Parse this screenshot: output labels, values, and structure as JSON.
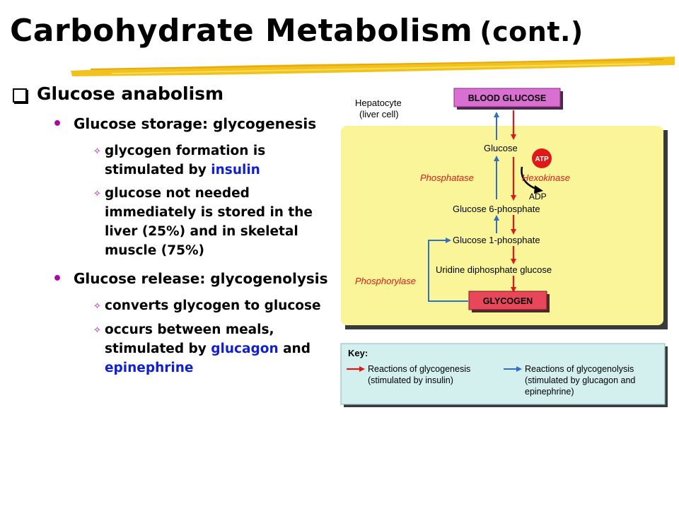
{
  "slide": {
    "title": "Carbohydrate Metabolism",
    "title_suffix": "(cont.)"
  },
  "bullets": {
    "heading": "Glucose anabolism",
    "storage": {
      "label": "Glucose storage: glycogenesis",
      "sub1_text": "glycogen formation is stimulated by ",
      "sub1_highlight": "insulin",
      "sub2_text": "glucose not needed immediately is stored in the liver (25%) and in skeletal muscle (75%)"
    },
    "release": {
      "label": "Glucose release: glycogenolysis",
      "sub1_text": "converts glycogen to glucose",
      "sub2_text": "occurs between meals, stimulated by ",
      "sub2_highlight1": "glucagon",
      "sub2_joiner": " and ",
      "sub2_highlight2": "epinephrine"
    }
  },
  "diagram": {
    "cell_label_line1": "Hepatocyte",
    "cell_label_line2": "(liver cell)",
    "blood_glucose": "BLOOD GLUCOSE",
    "glucose": "Glucose",
    "atp": "ATP",
    "adp": "ADP",
    "phosphatase": "Phosphatase",
    "hexokinase": "Hexokinase",
    "g6p": "Glucose 6-phosphate",
    "g1p": "Glucose 1-phosphate",
    "udp_glucose": "Uridine diphosphate glucose",
    "phosphorylase": "Phosphorylase",
    "glycogen": "GLYCOGEN"
  },
  "key": {
    "title": "Key:",
    "glycogenesis_line1": "Reactions of glycogenesis",
    "glycogenesis_line2": "(stimulated by insulin)",
    "glycogenolysis_line1": "Reactions of glycogenolysis",
    "glycogenolysis_line2": "(stimulated by glucagon and",
    "glycogenolysis_line3": "epinephrine)"
  },
  "colors": {
    "red_arrow": "#e01818",
    "blue_arrow": "#2f6fc8",
    "cell_fill": "#fbf59a",
    "blood_box": "#d96fd0",
    "glycogen_box": "#e8475a",
    "key_fill": "#d3f0ee"
  }
}
